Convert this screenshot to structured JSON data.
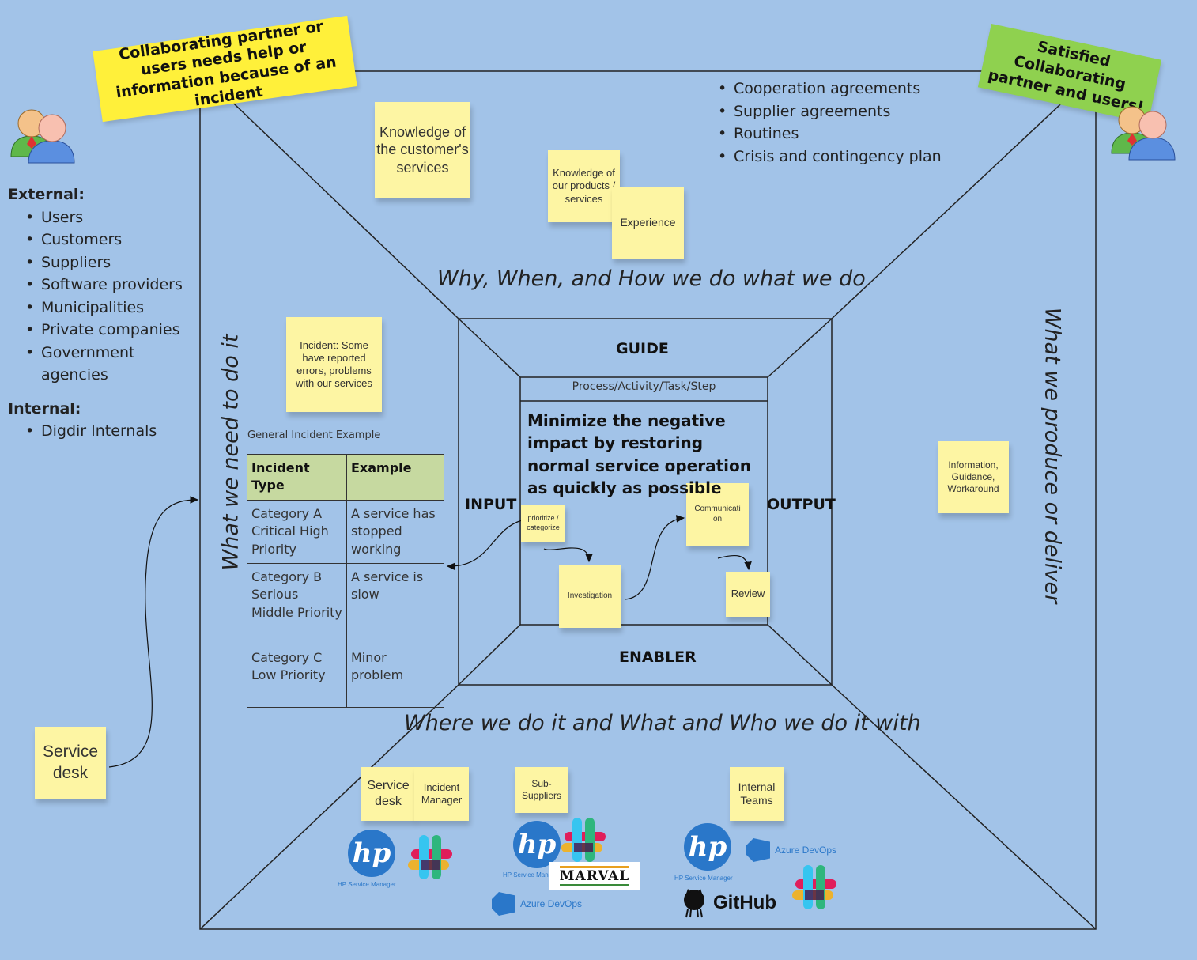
{
  "banners": {
    "left": "Collaborating partner or users needs help or information because of an incident",
    "right": "Satisfied Collaborating partner and users!"
  },
  "stakeholders": {
    "external_heading": "External:",
    "external": [
      "Users",
      "Customers",
      "Suppliers",
      "Software providers",
      "Municipalities",
      "Private companies",
      "Government agencies"
    ],
    "internal_heading": "Internal:",
    "internal": [
      "Digdir Internals"
    ]
  },
  "agreements": [
    "Cooperation agreements",
    "Supplier agreements",
    "Routines",
    "Crisis and contingency plan"
  ],
  "captions": {
    "top": "Why, When, and How we do what we do",
    "bottom": "Where we do it and What and Who we do it with",
    "left": "What we need to do it",
    "right": "What we produce or deliver"
  },
  "stickies": {
    "knowledge_customer": "Knowledge of the customer's services",
    "knowledge_ours": "Knowledge of our products / services",
    "experience": "Experience",
    "incident_note": "Incident: Some have reported errors, problems with our services",
    "information": "Information, Guidance, Workaround",
    "service_desk_left": "Service desk",
    "service_desk_bottom": "Service desk",
    "incident_manager": "Incident Manager",
    "sub_suppliers": "Sub-Suppliers",
    "internal_teams": "Internal Teams",
    "prioritize": "prioritize / categorize",
    "investigation": "Investigation",
    "communication": "Communicati on",
    "review": "Review"
  },
  "process": {
    "guide": "GUIDE",
    "enabler": "ENABLER",
    "input": "INPUT",
    "output": "OUTPUT",
    "header": "Process/Activity/Task/Step",
    "goal": "Minimize the negative impact by restoring normal service operation as quickly as possible"
  },
  "incident_table": {
    "caption": "General Incident Example",
    "headers": [
      "Incident Type",
      "Example"
    ],
    "rows": [
      [
        "Category A Critical High Priority",
        "A service has stopped working"
      ],
      [
        "Category B Serious Middle Priority",
        "A service is slow"
      ],
      [
        "Category C Low Priority",
        "Minor problem"
      ]
    ]
  },
  "logos": {
    "hp": "hp",
    "hp_caption": "HP Service Manager",
    "azure": "Azure DevOps",
    "marval": "MARVAL",
    "github": "GitHub"
  },
  "colors": {
    "background": "#a2c3e8",
    "sticky": "#fdf5a3",
    "banner_left": "#fff03a",
    "banner_right": "#8fd14f",
    "table_header": "#c6d9a0"
  }
}
